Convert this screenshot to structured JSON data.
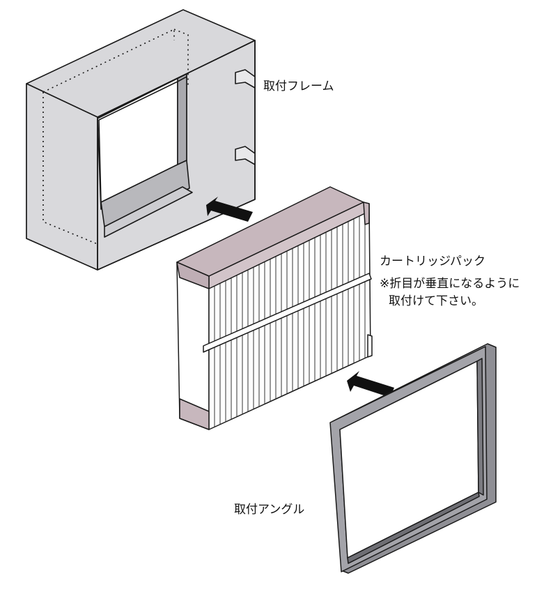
{
  "labels": {
    "mounting_frame": "取付フレーム",
    "cartridge_pack": "カートリッジパック",
    "note_line1": "※折目が垂直になるように",
    "note_line2": "取付けて下さい。",
    "mounting_angle": "取付アングル"
  },
  "colors": {
    "line": "#1a1a1a",
    "frame_gray": "#d9d9dc",
    "frame_gray_dark": "#c4c4c8",
    "pack_end_cap": "#c7b7bd",
    "angle_gray": "#9a9aa0",
    "arrow": "#111111"
  }
}
